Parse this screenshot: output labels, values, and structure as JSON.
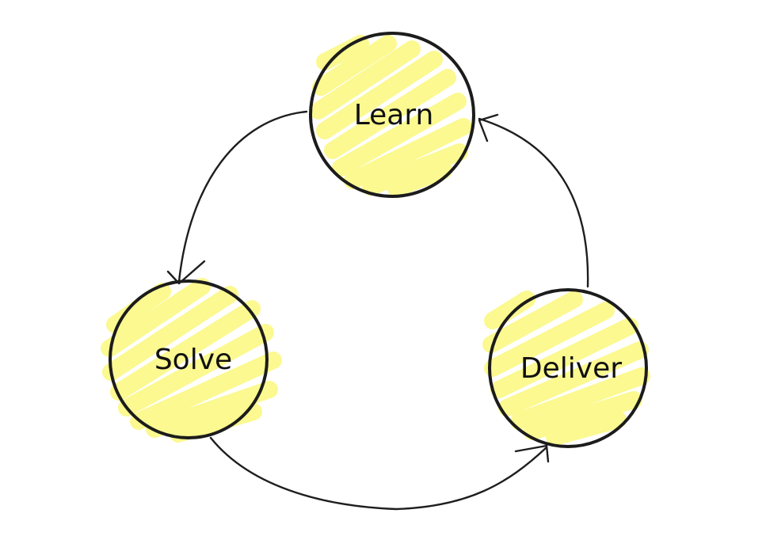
{
  "colors": {
    "fill": "#fbf98a",
    "stroke": "#1c1c1c"
  },
  "nodes": {
    "learn": {
      "label": "Learn"
    },
    "solve": {
      "label": "Solve"
    },
    "deliver": {
      "label": "Deliver"
    }
  }
}
